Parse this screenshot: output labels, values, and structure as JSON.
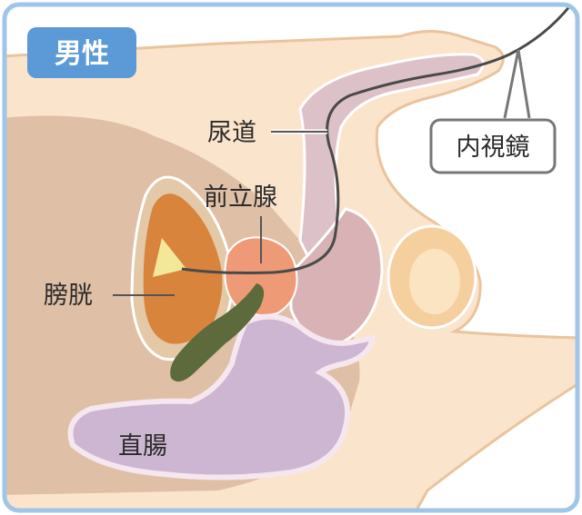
{
  "badge": {
    "text": "男性",
    "color": "#5b9ad6"
  },
  "callouts": {
    "endoscope": "内視鏡",
    "urethra": "尿道",
    "prostate": "前立腺",
    "bladder": "膀胱",
    "rectum": "直腸"
  },
  "colors": {
    "frame": "#9fc6e6",
    "skin": "#fbe4cc",
    "body_outline": "#e9c49c",
    "inner_tissue": "#d8b39a",
    "bladder": "#d9843d",
    "prostate": "#ef9a76",
    "rectum": "#cdb6d1",
    "urethra_channel": "#dcc2c8",
    "stool": "#5d6a3c",
    "scope_tip": "#f3e79a"
  }
}
